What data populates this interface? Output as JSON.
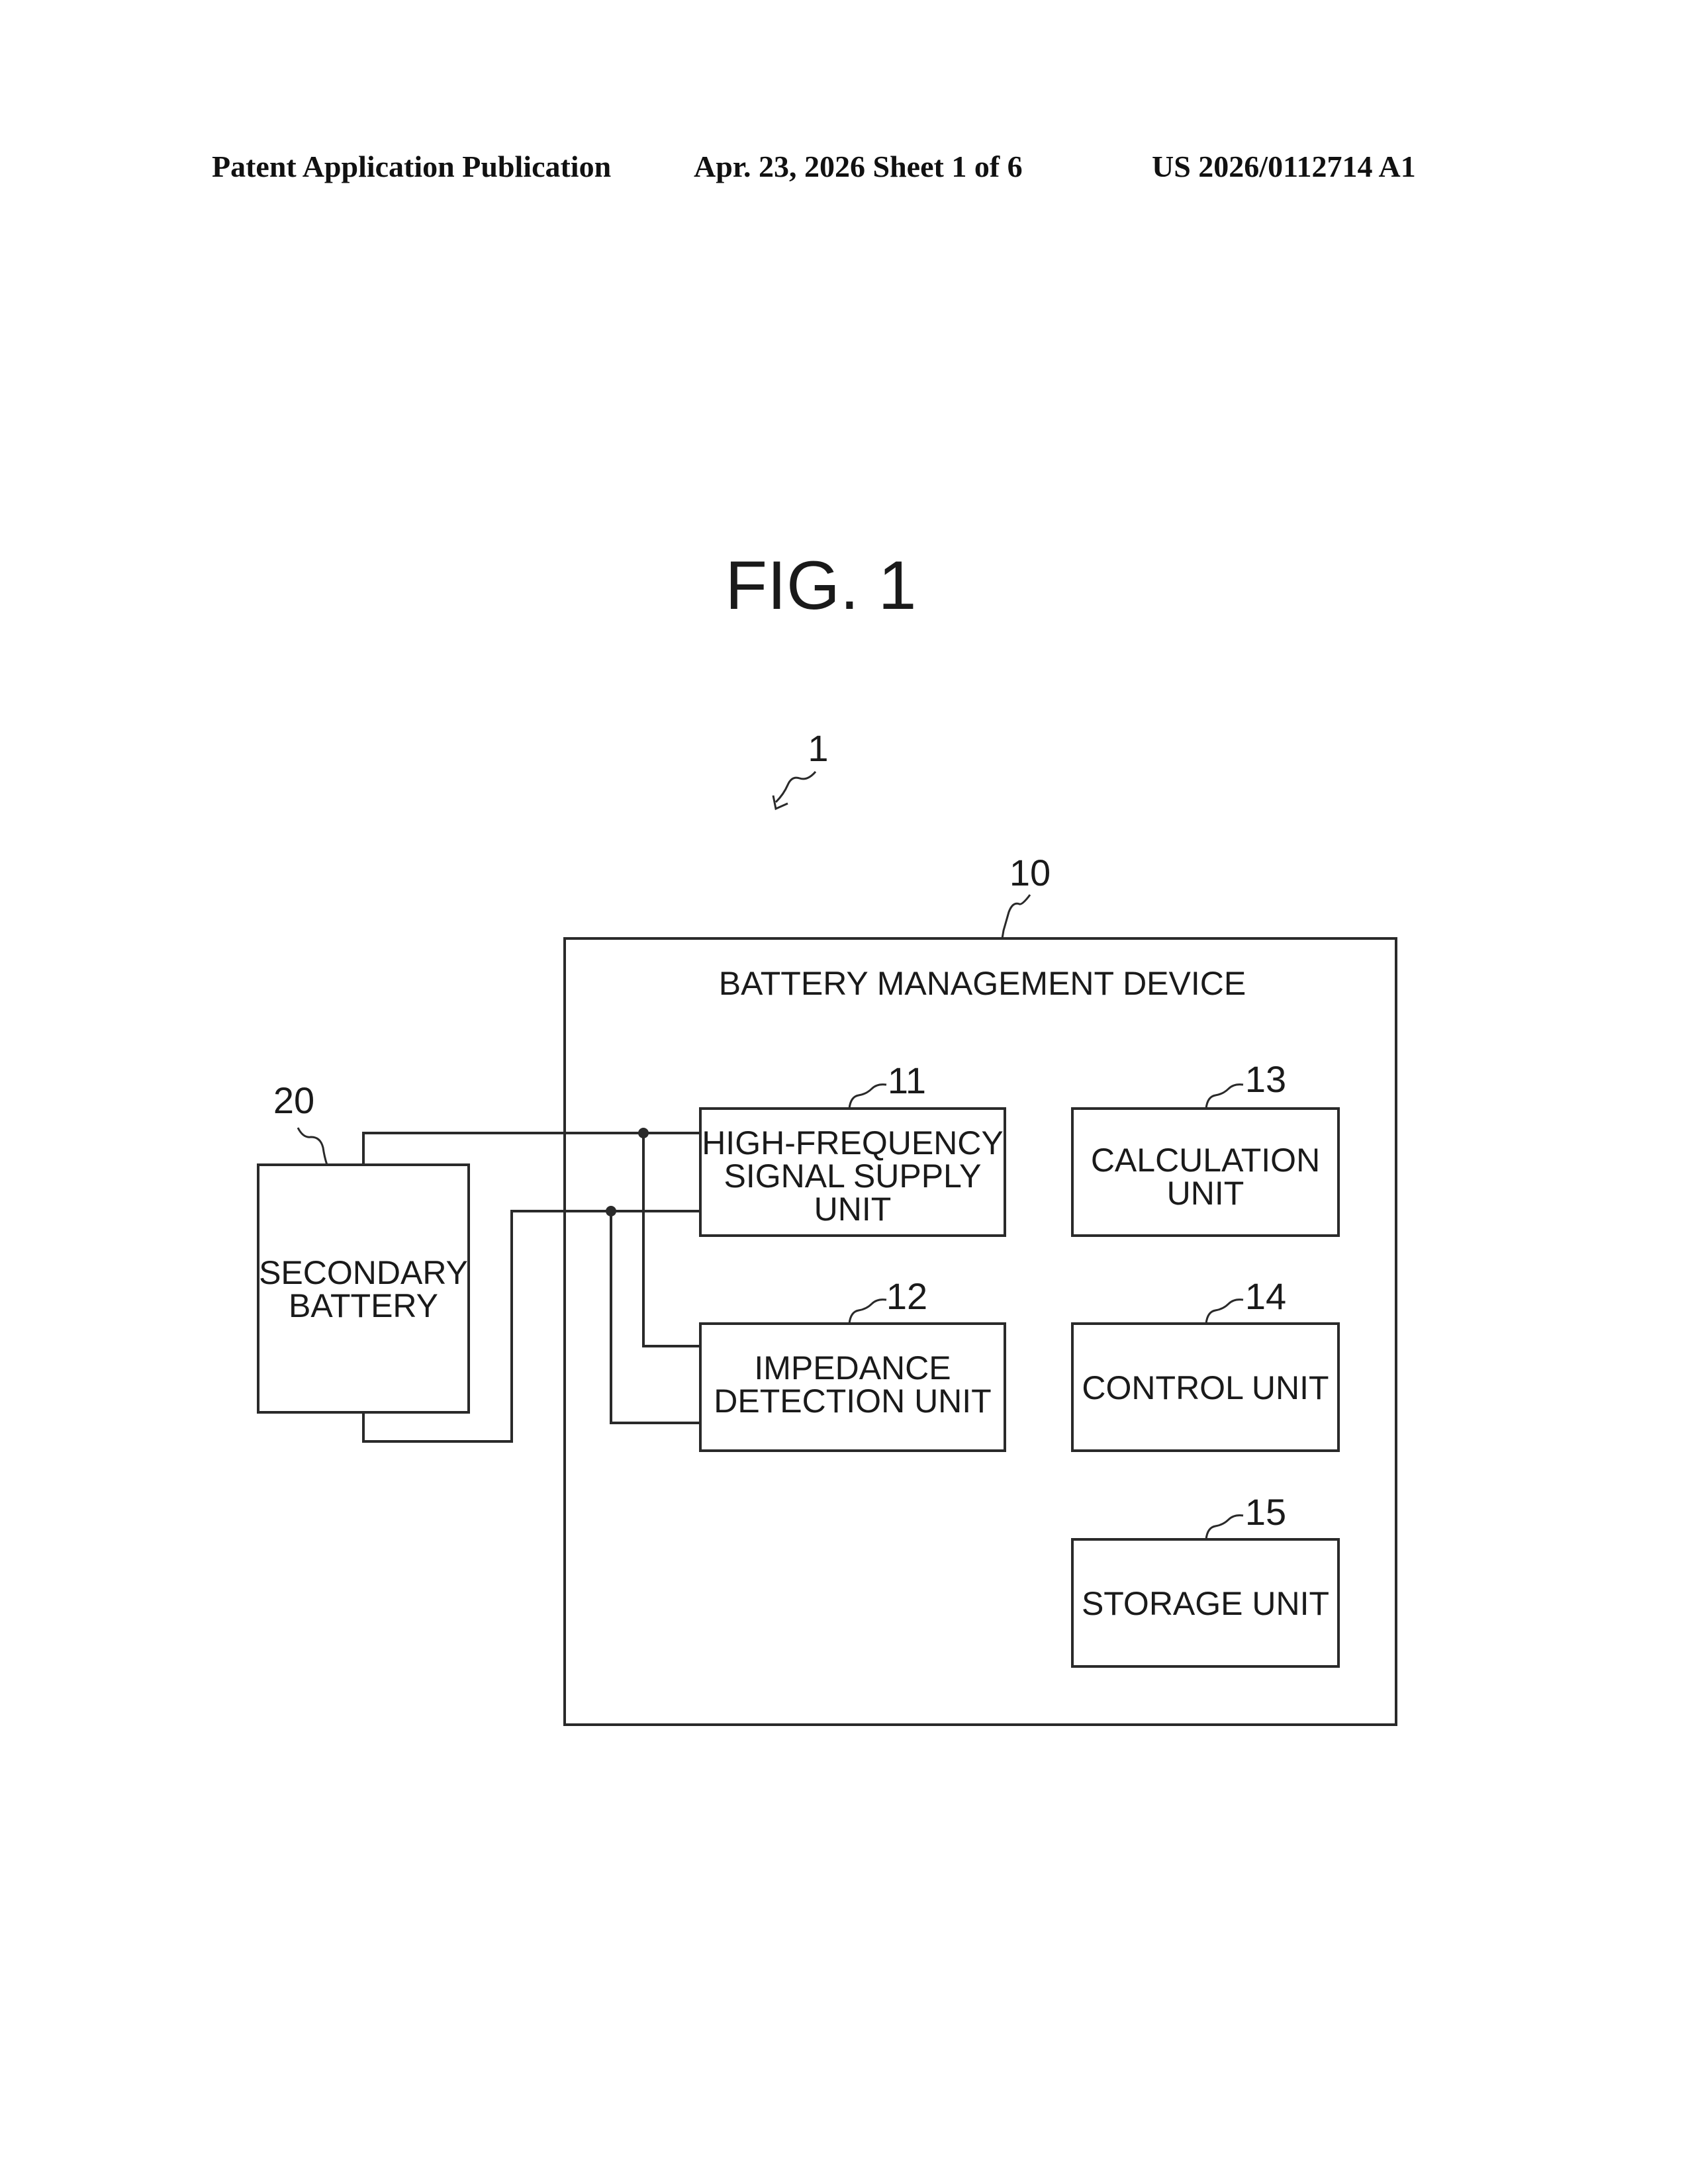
{
  "header": {
    "left": "Patent Application Publication",
    "center": "Apr. 23, 2026  Sheet 1 of 6",
    "right": "US 2026/0112714 A1"
  },
  "figure": {
    "title": "FIG. 1",
    "system_ref": "1",
    "device": {
      "ref": "10",
      "label": "BATTERY MANAGEMENT DEVICE"
    },
    "battery": {
      "ref": "20",
      "lines": [
        "SECONDARY",
        "BATTERY"
      ]
    },
    "units": {
      "hf_supply": {
        "ref": "11",
        "lines": [
          "HIGH-FREQUENCY",
          "SIGNAL SUPPLY",
          "UNIT"
        ]
      },
      "impedance": {
        "ref": "12",
        "lines": [
          "IMPEDANCE",
          "DETECTION UNIT"
        ]
      },
      "calculation": {
        "ref": "13",
        "lines": [
          "CALCULATION",
          "UNIT"
        ]
      },
      "control": {
        "ref": "14",
        "lines": [
          "CONTROL UNIT"
        ]
      },
      "storage": {
        "ref": "15",
        "lines": [
          "STORAGE UNIT"
        ]
      }
    }
  }
}
